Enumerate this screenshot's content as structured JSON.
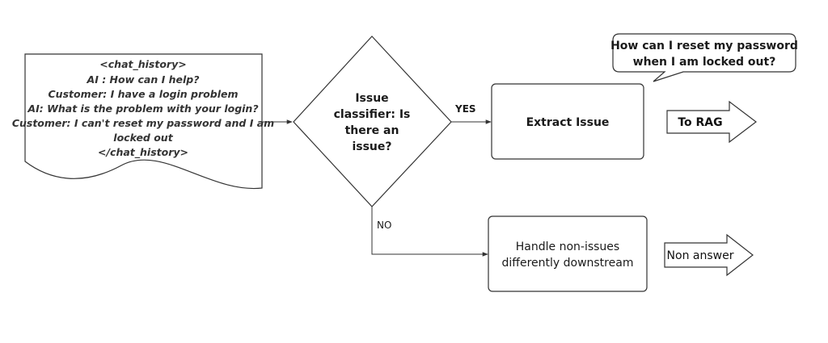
{
  "chat_history": {
    "lines": [
      "<chat_history>",
      "AI : How can I help?",
      "Customer: I have a login problem",
      "AI: What is the problem with your login?",
      "Customer: I can't reset my password and I am",
      "locked out",
      "</chat_history>"
    ]
  },
  "classifier": {
    "lines": [
      "Issue",
      "classifier: Is",
      "there an",
      "issue?"
    ]
  },
  "edges": {
    "yes_label": "YES",
    "no_label": "NO"
  },
  "extract": {
    "label": "Extract Issue"
  },
  "speech": {
    "lines": [
      "How can I reset my password",
      "when I am locked out?"
    ]
  },
  "handle": {
    "lines": [
      "Handle non-issues",
      "differently downstream"
    ]
  },
  "to_rag": {
    "label": "To RAG"
  },
  "non_answer": {
    "label": "Non answer"
  }
}
